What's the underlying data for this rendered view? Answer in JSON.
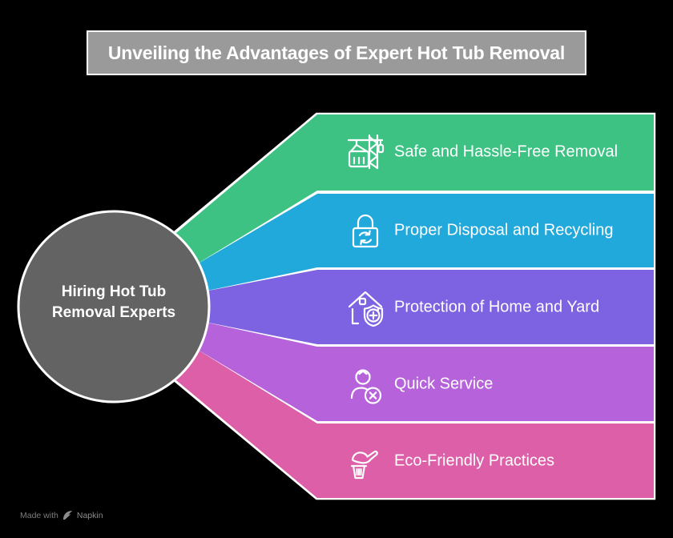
{
  "canvas": {
    "bg": "#000000"
  },
  "title": {
    "text": "Unveiling the Advantages of Expert Hot Tub Removal",
    "bg": "#9A9A9A",
    "border_color": "#FFFFFF",
    "text_color": "#FFFFFF"
  },
  "hub": {
    "line1": "Hiring Hot Tub",
    "line2": "Removal Experts",
    "fill": "#636363",
    "stroke": "#FFFFFF",
    "text_color": "#FFFFFF"
  },
  "branches": [
    {
      "label": "Safe and Hassle-Free Removal",
      "color": "#3DC284",
      "icon": "crane-container-icon"
    },
    {
      "label": "Proper Disposal and Recycling",
      "color": "#22A9DC",
      "icon": "lock-recycle-icon"
    },
    {
      "label": "Protection of Home and Yard",
      "color": "#7D62E1",
      "icon": "house-shield-plus-icon"
    },
    {
      "label": "Quick Service",
      "color": "#B662DA",
      "icon": "person-x-icon"
    },
    {
      "label": "Eco-Friendly Practices",
      "color": "#DC5FA8",
      "icon": "hand-trash-icon"
    }
  ],
  "watermark": {
    "prefix": "Made with",
    "brand": "Napkin"
  }
}
